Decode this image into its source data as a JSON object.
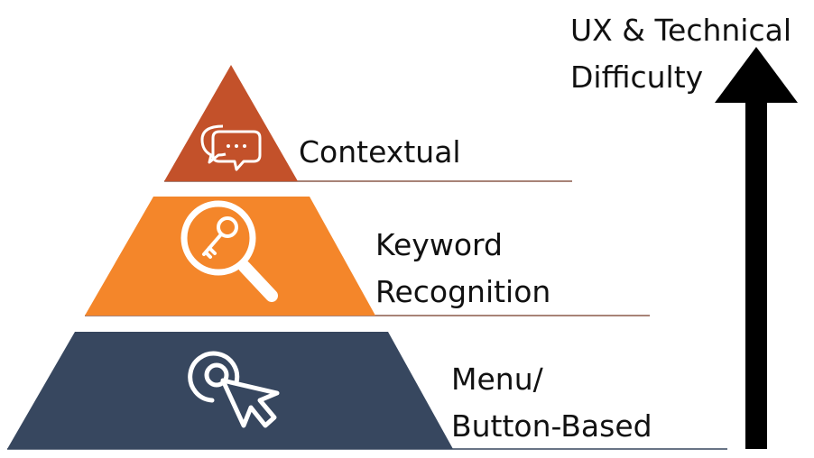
{
  "diagram": {
    "arrow_caption_lines": [
      "UX & Technical",
      "Difficulty"
    ],
    "tiers": [
      {
        "level": "top",
        "label_lines": [
          "Contextual"
        ],
        "icon": "chat-bubbles-icon",
        "color": "#c3512a"
      },
      {
        "level": "middle",
        "label_lines": [
          "Keyword",
          "Recognition"
        ],
        "icon": "magnifier-key-icon",
        "color": "#f4862a"
      },
      {
        "level": "bottom",
        "label_lines": [
          "Menu/",
          "Button-Based"
        ],
        "icon": "cursor-click-icon",
        "color": "#37475f"
      }
    ],
    "arrow_color": "#000000",
    "underline_color": "#8b5a4a"
  }
}
